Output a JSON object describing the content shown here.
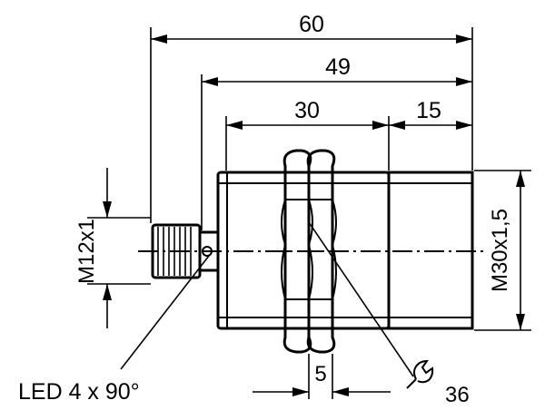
{
  "dimensions": {
    "overall_length": "60",
    "housing_length": "49",
    "thread_length": "30",
    "front_length": "15",
    "nut_thickness": "5",
    "connector_thread": "M12x1",
    "housing_thread": "M30x1,5"
  },
  "callouts": {
    "led": "LED 4 x 90°",
    "wrench_size": "36"
  },
  "icons": {
    "wrench": "wrench-icon"
  }
}
